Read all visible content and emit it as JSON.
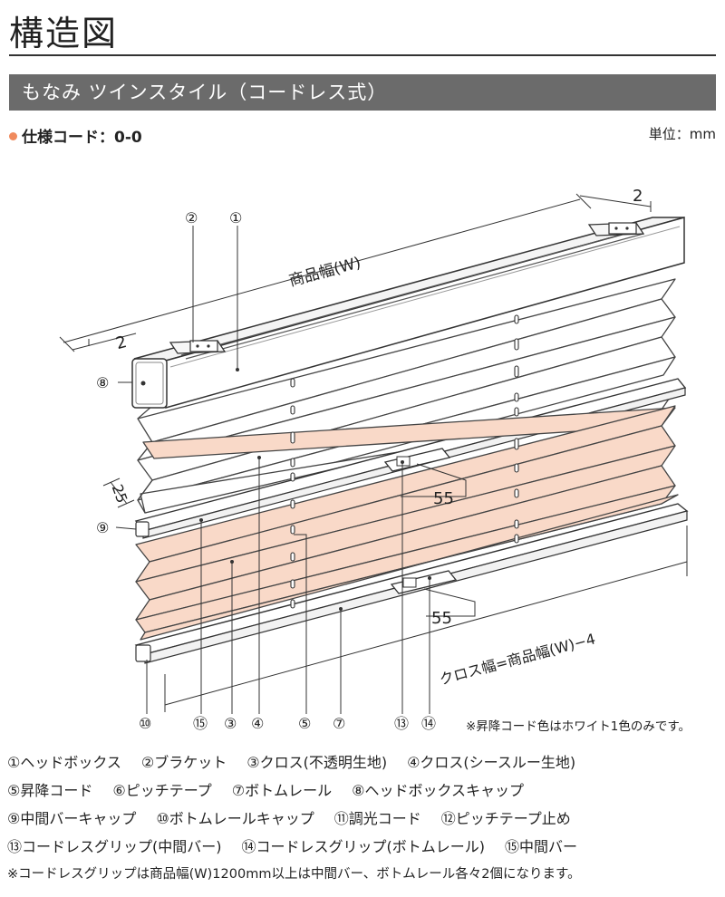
{
  "title": "構造図",
  "section_title": "もなみ ツインスタイル（コードレス式）",
  "spec_code": "仕様コード：0-0",
  "unit": "単位：mm",
  "dimensions": {
    "overall_width": "商品幅(W)",
    "head_offset_left": "2",
    "head_offset_right": "2",
    "pleat_pitch": "25",
    "grip_middle": "55",
    "grip_bottom": "55",
    "cloth_width": "クロス幅=商品幅(W)−4"
  },
  "callouts": {
    "c1": "①",
    "c2": "②",
    "c8": "⑧",
    "c9": "⑨",
    "c10": "⑩",
    "c15": "⑮",
    "c3": "③",
    "c4": "④",
    "c5": "⑤",
    "c7": "⑦",
    "c13": "⑬",
    "c14": "⑭"
  },
  "color_note": "※昇降コード色はホワイト1色のみです。",
  "legend": {
    "row1": [
      "①ヘッドボックス",
      "②ブラケット",
      "③クロス(不透明生地)",
      "④クロス(シースルー生地)"
    ],
    "row2": [
      "⑤昇降コード",
      "⑥ピッチテープ",
      "⑦ボトムレール",
      "⑧ヘッドボックスキャップ"
    ],
    "row3": [
      "⑨中間バーキャップ",
      "⑩ボトムレールキャップ",
      "⑪調光コード",
      "⑫ピッチテープ止め"
    ],
    "row4": [
      "⑬コードレスグリップ(中間バー)",
      "⑭コードレスグリップ(ボトムレール)",
      "⑮中間バー"
    ],
    "note": "※コードレスグリップは商品幅(W)1200mm以上は中間バー、ボトムレール各々2個になります。"
  },
  "colors": {
    "header_bar": "#6b6b6b",
    "opaque_cloth": "#f9d9c8",
    "sheer_cloth": "#ffffff",
    "bullet": "#f08a5d"
  }
}
